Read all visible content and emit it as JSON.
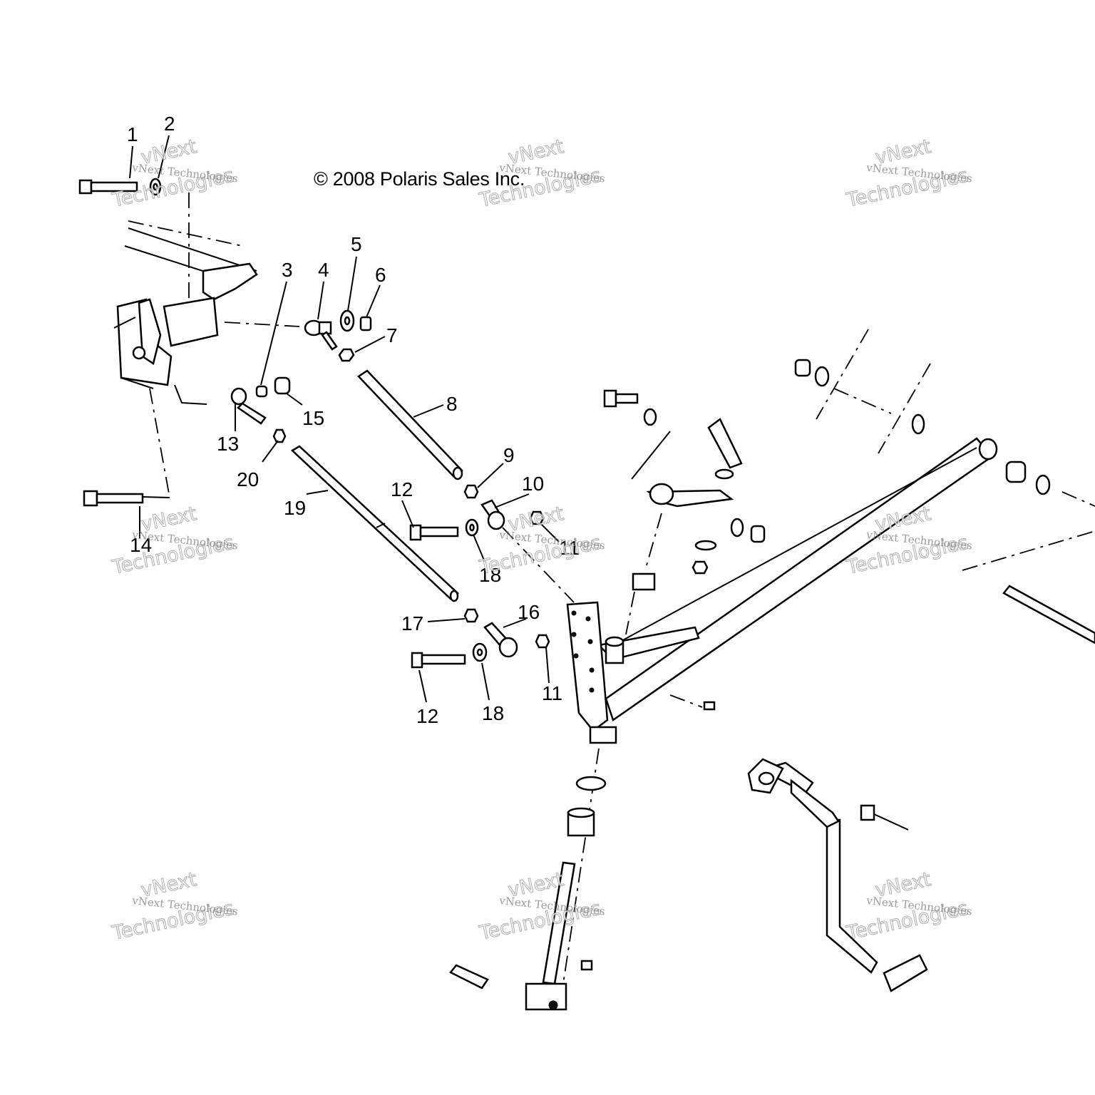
{
  "copyright": "© 2008 Polaris Sales Inc.",
  "watermark": {
    "small_text": "vNext Technologies",
    "large_top": "vNext",
    "large_bottom": "Technologies"
  },
  "callouts": [
    {
      "id": "c1",
      "label": "1"
    },
    {
      "id": "c2",
      "label": "2"
    },
    {
      "id": "c3",
      "label": "3"
    },
    {
      "id": "c4",
      "label": "4"
    },
    {
      "id": "c5",
      "label": "5"
    },
    {
      "id": "c6",
      "label": "6"
    },
    {
      "id": "c7",
      "label": "7"
    },
    {
      "id": "c8",
      "label": "8"
    },
    {
      "id": "c9",
      "label": "9"
    },
    {
      "id": "c10",
      "label": "10"
    },
    {
      "id": "c11a",
      "label": "11"
    },
    {
      "id": "c11b",
      "label": "11"
    },
    {
      "id": "c12a",
      "label": "12"
    },
    {
      "id": "c12b",
      "label": "12"
    },
    {
      "id": "c13",
      "label": "13"
    },
    {
      "id": "c14",
      "label": "14"
    },
    {
      "id": "c15",
      "label": "15"
    },
    {
      "id": "c16",
      "label": "16"
    },
    {
      "id": "c17",
      "label": "17"
    },
    {
      "id": "c18a",
      "label": "18"
    },
    {
      "id": "c18b",
      "label": "18"
    },
    {
      "id": "c19",
      "label": "19"
    },
    {
      "id": "c20",
      "label": "20"
    }
  ]
}
